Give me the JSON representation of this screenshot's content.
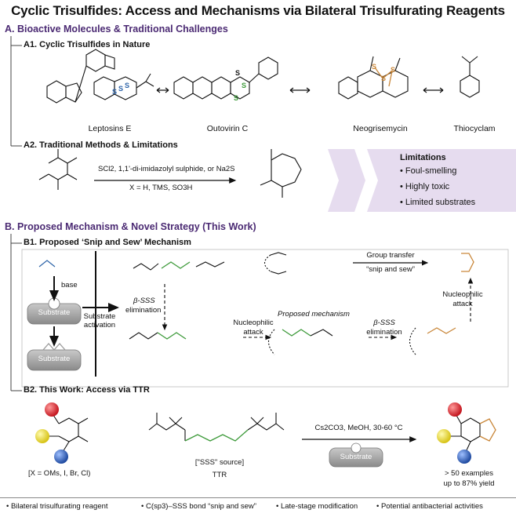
{
  "title": "Cyclic Trisulfides: Access and Mechanisms via Bilateral Trisulfurating Reagents",
  "sectionA": {
    "heading": "A. Bioactive Molecules & Traditional Challenges",
    "a1": "A1. Cyclic Trisulfides in Nature",
    "molecules": [
      "Leptosins E",
      "Outovirin C",
      "Neogrisemycin",
      "Thiocyclam"
    ],
    "a2": "A2. Traditional Methods & Limitations",
    "reagents_line1": "SCl2, 1,1'-di-imidazolyl sulphide, or Na2S",
    "reagents_line2": "X = H, TMS, SO3H",
    "limitations_title": "Limitations",
    "limitations": [
      "• Foul-smelling",
      "• Highly toxic",
      "• Limited substrates"
    ]
  },
  "sectionB": {
    "heading": "B. Proposed Mechanism & Novel Strategy (This Work)",
    "b1": "B1. Proposed ‘Snip and Sew’ Mechanism",
    "base": "base",
    "substrate": "Substrate",
    "substrate_activation": "Substrate activation",
    "group_transfer": "Group transfer",
    "snip_and_sew": "“snip and sew”",
    "beta_sss": "β-SSS",
    "elimination": "elimination",
    "nucleophilic": "Nucleophilic",
    "attack": "attack",
    "proposed_mechanism": "Proposed mechanism",
    "b2": "B2. This Work: Access via TTR",
    "x_def": "[X = OMs, I, Br, Cl)",
    "sss_source": "[\"SSS\" source]",
    "ttr": "TTR",
    "conditions": "Cs2CO3, MeOH, 30-60 °C",
    "examples": "> 50 examples",
    "yield": "up to 87% yield"
  },
  "footer": [
    "• Bilateral trisulfurating reagent",
    "• C(sp3)–SSS bond “snip and sew”",
    "• Late-stage modification",
    "• Potential antibacterial activities"
  ],
  "colors": {
    "section_heading": "#4b2a73",
    "banner": "#e6dcef",
    "sulfur_blue": "#2c63a8",
    "sulfur_green": "#3d9a3a",
    "sulfur_orange": "#c9873a",
    "sphere_red": "#d9313a",
    "sphere_yellow": "#e9d42a",
    "sphere_blue": "#2f5fb6",
    "substrate_gray": "#9a9a9a"
  }
}
